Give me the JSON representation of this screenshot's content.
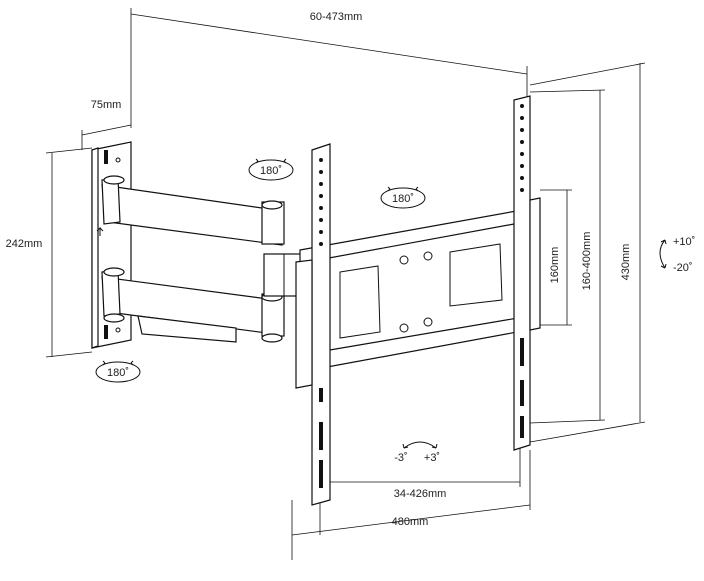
{
  "dimensions": {
    "extension": "60-473mm",
    "wall_plate_width": "75mm",
    "wall_plate_height": "242mm",
    "vesa_horizontal": "34-426mm",
    "vesa_width": "480mm",
    "vesa_vertical_inner": "160mm",
    "vesa_vertical_range": "160-400mm",
    "vesa_height": "430mm"
  },
  "rotation": {
    "arm_top": "180˚",
    "arm_mid": "180˚",
    "arm_bottom": "180˚"
  },
  "tilt": {
    "up": "+10˚",
    "down": "-20˚"
  },
  "level": {
    "left": "-3˚",
    "right": "+3˚"
  }
}
